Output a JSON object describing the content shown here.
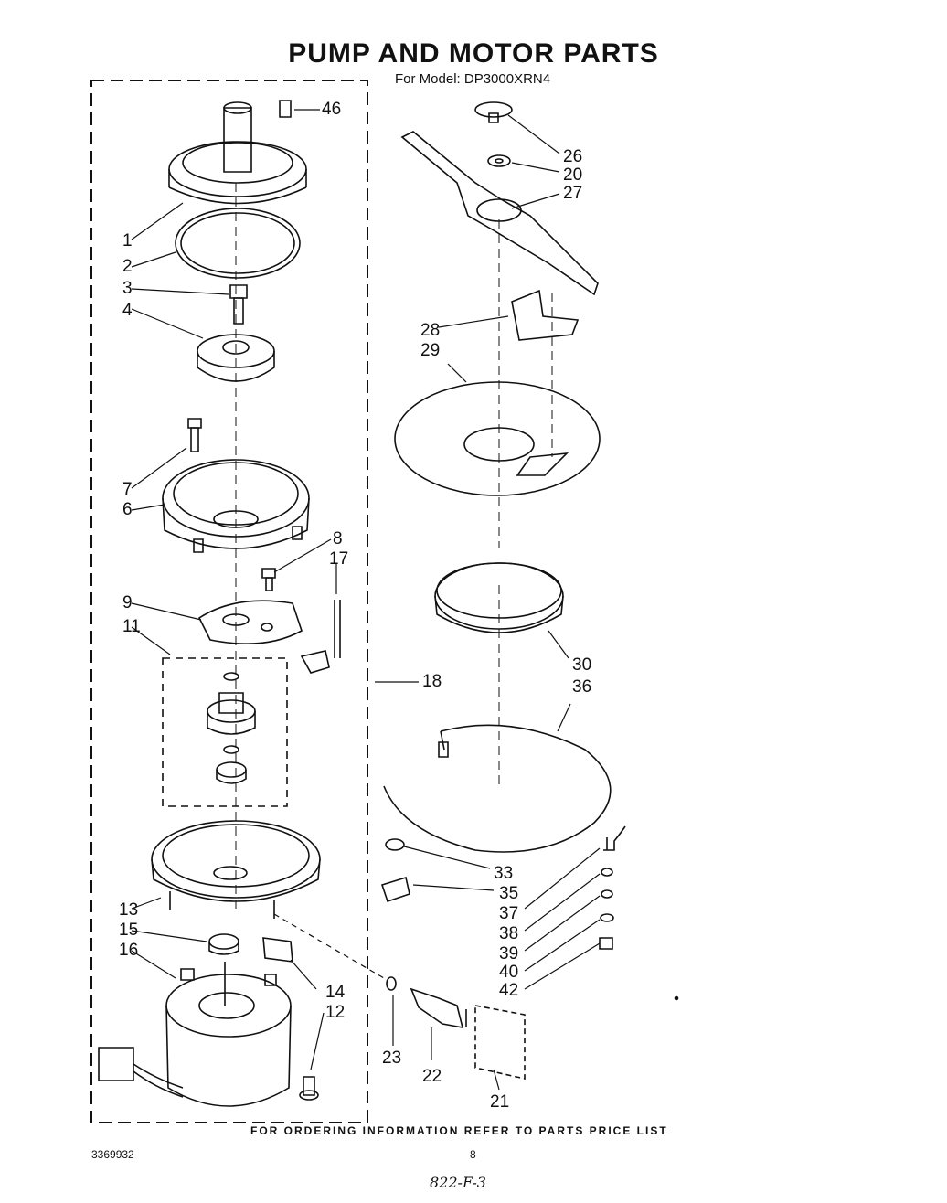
{
  "title": "PUMP AND MOTOR PARTS",
  "model_line": "For Model: DP3000XRN4",
  "callouts": {
    "c46": "46",
    "c26": "26",
    "c20": "20",
    "c27": "27",
    "c1": "1",
    "c2": "2",
    "c3": "3",
    "c4": "4",
    "c28": "28",
    "c29": "29",
    "c7": "7",
    "c6": "6",
    "c8": "8",
    "c17": "17",
    "c9": "9",
    "c11": "11",
    "c30": "30",
    "c18": "18",
    "c36": "36",
    "c33": "33",
    "c35": "35",
    "c13": "13",
    "c37": "37",
    "c38": "38",
    "c15": "15",
    "c39": "39",
    "c16": "16",
    "c40": "40",
    "c42": "42",
    "c14": "14",
    "c12": "12",
    "c23": "23",
    "c22": "22",
    "c21": "21"
  },
  "footer": {
    "ordering": "FOR ORDERING INFORMATION REFER TO PARTS PRICE LIST",
    "doc_number": "3369932",
    "page": "8",
    "handwritten": "822-F-3"
  }
}
